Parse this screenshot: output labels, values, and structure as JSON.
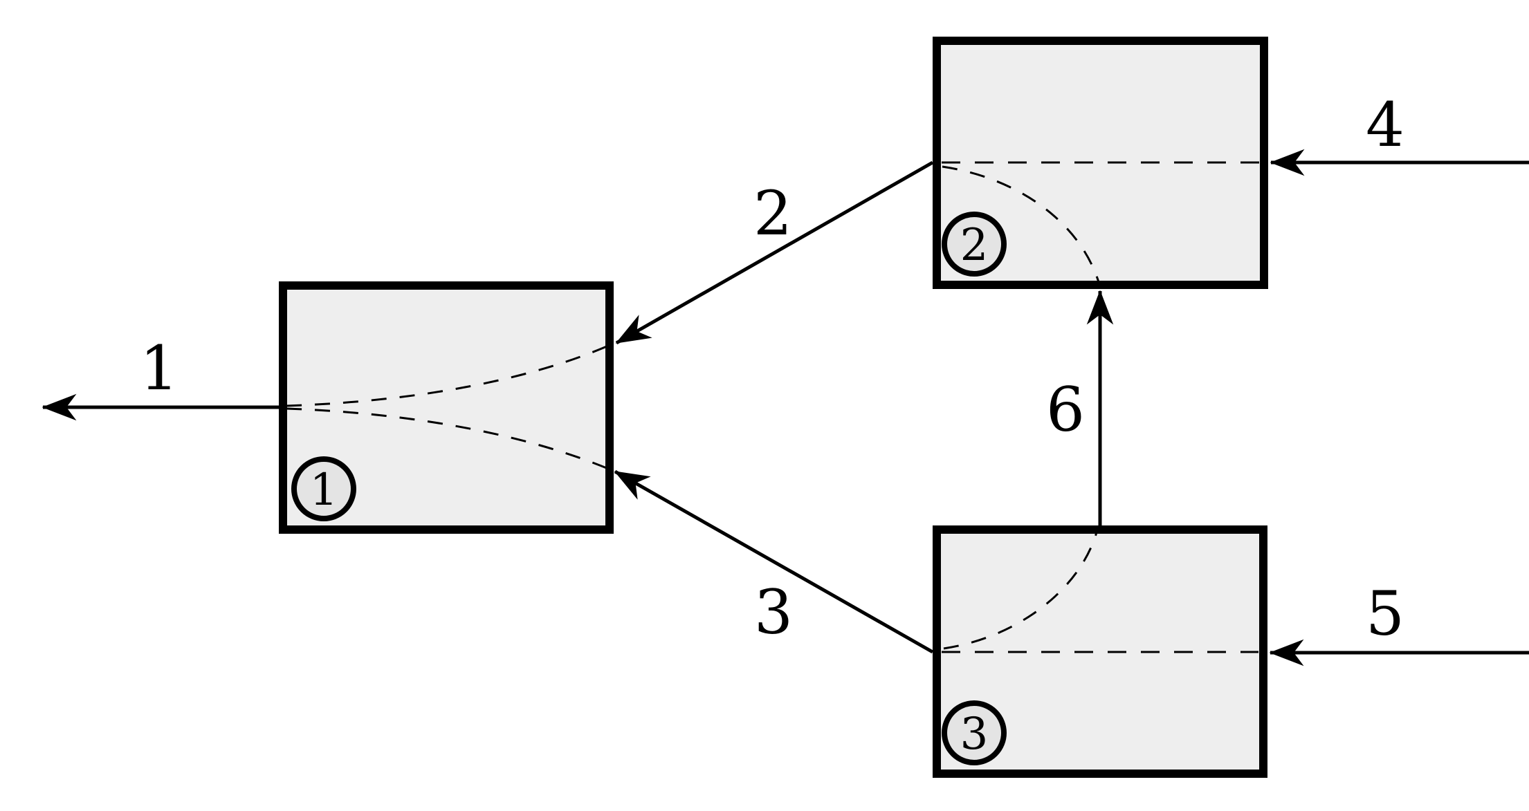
{
  "diagram": {
    "type": "process-flow-block-diagram",
    "background_color": "#ffffff",
    "stroke_color": "#000000",
    "box_fill_color": "#eeeeee",
    "badge_fill_color": "#e4e4e4",
    "units": [
      {
        "badge": "1"
      },
      {
        "badge": "2"
      },
      {
        "badge": "3"
      }
    ],
    "streams": [
      {
        "label": "1",
        "from": "unit-1",
        "to": "outlet-left"
      },
      {
        "label": "2",
        "from": "unit-2",
        "to": "unit-1"
      },
      {
        "label": "3",
        "from": "unit-3",
        "to": "unit-1"
      },
      {
        "label": "4",
        "from": "inlet-right",
        "to": "unit-2"
      },
      {
        "label": "5",
        "from": "inlet-right",
        "to": "unit-3"
      },
      {
        "label": "6",
        "from": "unit-3",
        "to": "unit-2"
      }
    ]
  }
}
